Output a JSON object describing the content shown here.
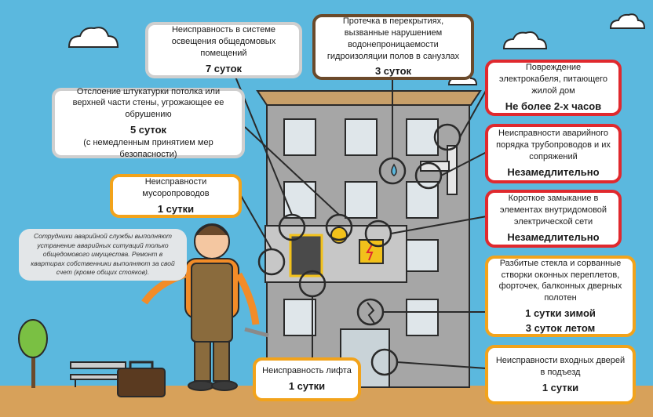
{
  "colors": {
    "sky": "#5bb8de",
    "ground": "#d7a15a",
    "wall": "#a6a6a6",
    "roof": "#c8a06a",
    "frame_red": "#e0292e",
    "frame_orange": "#f2a31b",
    "frame_brown": "#6b4a2b",
    "frame_gray": "#cfcfcf"
  },
  "callouts": {
    "lighting": {
      "text": "Неисправность в системе освещения общедомовых помещений",
      "value": "7 суток"
    },
    "leak": {
      "text": "Протечка в перекрытиях, вызванные нарушением водонепроницаемости гидроизоляции полов в санузлах",
      "value": "3 суток"
    },
    "cable": {
      "text": "Повреждение электрокабеля, питающего жилой дом",
      "value": "Не более 2-х часов"
    },
    "plaster": {
      "text": "Отслоение штукатурки потолка или верхней части стены, угрожающее ее обрушению",
      "value": "5 суток",
      "note": "(с немедленным принятием мер безопасности)"
    },
    "pipes": {
      "text": "Неисправности аварийного порядка трубопроводов и их сопряжений",
      "value": "Незамедлительно"
    },
    "garbage": {
      "text": "Неисправности мусоропроводов",
      "value": "1 сутки"
    },
    "short": {
      "text": "Короткое замыкание в элементах внутридомовой электрической сети",
      "value": "Незамедлительно"
    },
    "glass": {
      "text": "Разбитые стекла и сорванные створки оконных переплетов, форточек, балконных дверных полотен",
      "value": "1 сутки зимой",
      "value2": "3 суток летом"
    },
    "elevator": {
      "text": "Неисправность лифта",
      "value": "1 сутки"
    },
    "doors": {
      "text": "Неисправности входных дверей в подъезд",
      "value": "1 сутки"
    }
  },
  "note": "Сотрудники аварийной службы выполняют устранение аварийных ситуаций только общедомового имущества. Ремонт в квартирах собственники выполняют за свой счет (кроме общих стояков).",
  "icons": [
    "cloud-icon",
    "worker-icon",
    "wrench-icon",
    "suitcase-icon",
    "tree-icon",
    "bench-icon",
    "lamp-icon",
    "pipe-icon",
    "drop-icon",
    "lightning-icon",
    "broken-glass-icon",
    "door-icon"
  ]
}
